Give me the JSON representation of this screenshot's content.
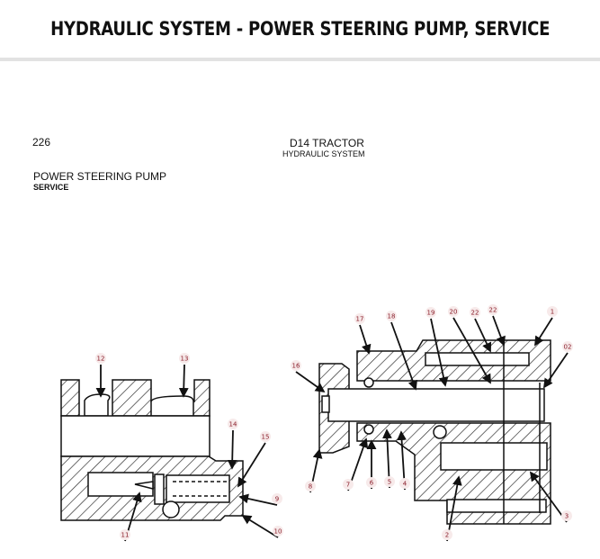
{
  "header": {
    "title": "HYDRAULIC SYSTEM - POWER STEERING PUMP, SERVICE"
  },
  "page": {
    "page_number": "226",
    "manual_title": "D14 TRACTOR",
    "manual_section": "HYDRAULIC SYSTEM",
    "topic": "POWER STEERING PUMP",
    "subtopic": "SERVICE"
  },
  "diagram": {
    "callouts": [
      "12",
      "13",
      "14",
      "15",
      "9",
      "10",
      "11",
      "16",
      "17",
      "18",
      "19",
      "20",
      "22",
      "22",
      "1",
      "02",
      "8",
      "7",
      "6",
      "5",
      "4",
      "3",
      "2"
    ],
    "colors": {
      "callout_text": "#8a1d2a",
      "line": "#111111"
    }
  }
}
